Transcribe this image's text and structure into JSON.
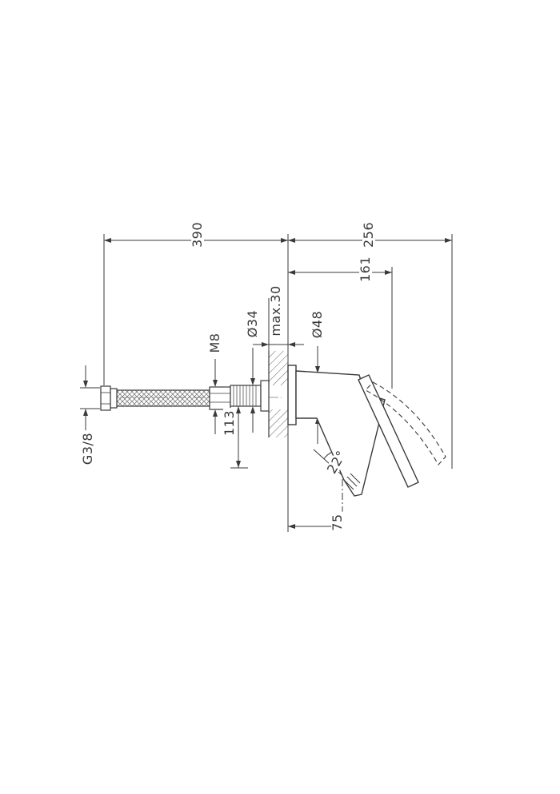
{
  "dimensions": {
    "hose_length": "390",
    "overall_depth": "256",
    "spout_reach": "161",
    "wall_thickness": "max.30",
    "hole_diameter": "Ø34",
    "fixing_bolt": "M8",
    "body_diameter": "Ø48",
    "below_axis": "113",
    "hose_thread": "G3/8",
    "aerator_offset": "75",
    "spout_angle": "22°"
  },
  "colors": {
    "line": "#3a3a3a",
    "background": "#ffffff"
  }
}
